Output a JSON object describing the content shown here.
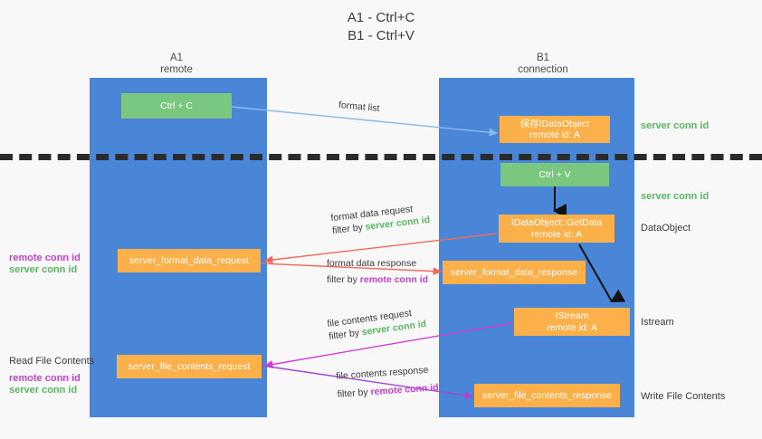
{
  "title": {
    "line1": "A1 - Ctrl+C",
    "line2": "B1 - Ctrl+V"
  },
  "colors": {
    "lane": "#4a86d8",
    "green_node": "#7ac87f",
    "orange_node": "#fbb04a",
    "server_conn_id": "#57b85f",
    "remote_conn_id": "#c43fd0",
    "divider": "#2b2b2b",
    "arrow_blue": "#8ab9e8",
    "arrow_red": "#ef6a5a",
    "arrow_magenta": "#cf3fd0",
    "arrow_purple": "#a347d0",
    "arrow_black": "#111111",
    "background": "#f8f8f8"
  },
  "columns": [
    {
      "name": "A1",
      "sub": "remote"
    },
    {
      "name": "B1",
      "sub": "connection"
    }
  ],
  "nodes": {
    "ctrl_c": {
      "line1": "Ctrl + C"
    },
    "save_idataobject": {
      "line1": "保存IDataObject",
      "line2": "remote id: A"
    },
    "ctrl_v": {
      "line1": "Ctrl + V"
    },
    "getdata": {
      "line1": "IDataObject::GetData",
      "line2": "remote id: A"
    },
    "server_format_data_request": {
      "line1": "server_format_data_request"
    },
    "server_format_data_response": {
      "line1": "server_format_data_response"
    },
    "istream": {
      "line1": "IStream",
      "line2": "remote id: A"
    },
    "server_file_contents_request": {
      "line1": "server_file_contents_request"
    },
    "server_file_contents_response": {
      "line1": "server_file_contents_response"
    }
  },
  "right_labels": {
    "server_conn_id_top": "server conn id",
    "server_conn_id_mid": "server conn id",
    "dataobject": "DataObject",
    "istream": "Istream",
    "write_file_contents": "Write File Contents"
  },
  "left_labels": {
    "remote_conn_id_1": "remote conn id",
    "server_conn_id_1": "server conn id",
    "read_file_contents": "Read File Contents",
    "remote_conn_id_2": "remote conn id",
    "server_conn_id_2": "server conn id"
  },
  "edges": {
    "format_list": {
      "text": "format list"
    },
    "format_data_request": {
      "text": "format data request",
      "filter_prefix": "filter by ",
      "filter_key": "server conn id"
    },
    "format_data_response": {
      "text": "format data response",
      "filter_prefix": "filter by ",
      "filter_key": "remote conn id"
    },
    "file_contents_request": {
      "text": "file contents request",
      "filter_prefix": "filter by ",
      "filter_key": "server conn id"
    },
    "file_contents_response": {
      "text": "file contents response",
      "filter_prefix": "filter by ",
      "filter_key": "remote conn id"
    }
  }
}
